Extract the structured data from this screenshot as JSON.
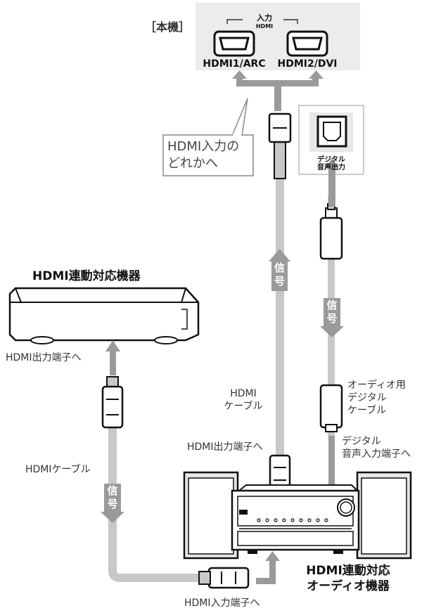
{
  "main_unit": {
    "label": "［本機］",
    "input_group_label": "入力",
    "input_group_sub": "HDMI",
    "ports": [
      "HDMI1/ARC",
      "HDMI2/DVI"
    ]
  },
  "callout": {
    "line1": "HDMI入力の",
    "line2": "どれかへ"
  },
  "optical_port": {
    "line1": "デジタル",
    "line2": "音声出力"
  },
  "signal_label": {
    "char1": "信",
    "char2": "号"
  },
  "source_device": {
    "title": "HDMI連動対応機器",
    "output_label": "HDMI出力端子へ",
    "cable_label": "HDMIケーブル"
  },
  "middle_cable": {
    "label_line1": "HDMI",
    "label_line2": "ケーブル",
    "output_label": "HDMI出力端子へ"
  },
  "optical_cable": {
    "label_line1": "オーディオ用",
    "label_line2": "デジタル",
    "label_line3": "ケーブル",
    "input_line1": "デジタル",
    "input_line2": "音声入力端子へ"
  },
  "audio_device": {
    "title_line1": "HDMI連動対応",
    "title_line2": "オーディオ機器",
    "input_label": "HDMI入力端子へ"
  },
  "colors": {
    "cable": "#c8c8c8",
    "arrow": "#9a9a9a",
    "panel": "#ececec",
    "outline": "#2a2a2a"
  }
}
